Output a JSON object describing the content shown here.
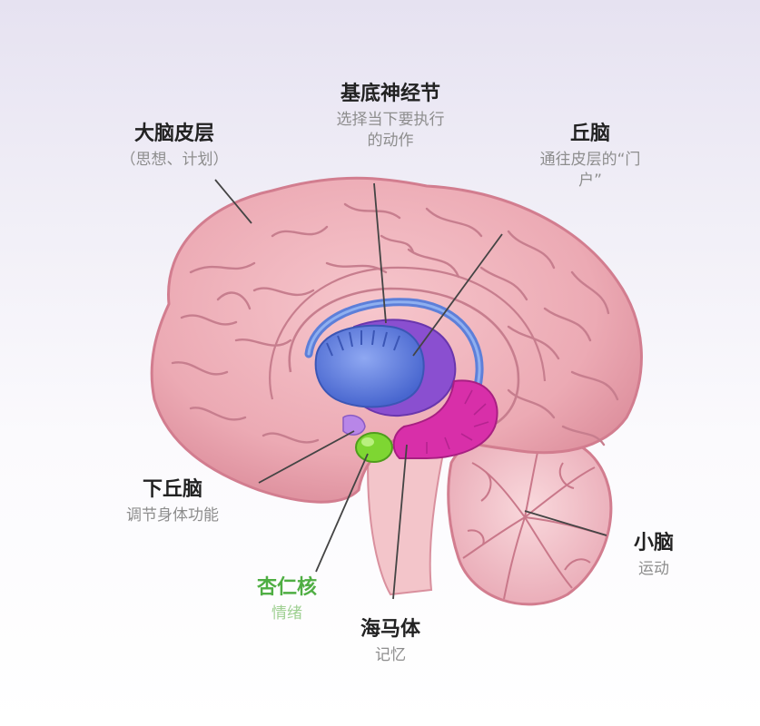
{
  "labels": {
    "cortex": {
      "title": "大脑皮层",
      "desc": "（思想、计划）"
    },
    "basal": {
      "title": "基底神经节",
      "desc1": "选择当下要执行",
      "desc2": "的动作"
    },
    "thalamus": {
      "title": "丘脑",
      "desc1": "通往皮层的“门",
      "desc2": "户”"
    },
    "hypothal": {
      "title": "下丘脑",
      "desc": "调节身体功能"
    },
    "cerebellum": {
      "title": "小脑",
      "desc": "运动"
    },
    "amygdala": {
      "title": "杏仁核",
      "desc": "情绪"
    },
    "hippocampus": {
      "title": "海马体",
      "desc": "记忆"
    }
  },
  "colors": {
    "cortex": "#ecaab4",
    "cortex_line": "#c77e8e",
    "basal_ganglia": "#5b78d8",
    "thalamus": "#8a4fd0",
    "hippocampus": "#d82fa9",
    "amygdala": "#7ed632",
    "brainstem": "#f4c9cd",
    "amygdala_text": "#4fae43"
  }
}
